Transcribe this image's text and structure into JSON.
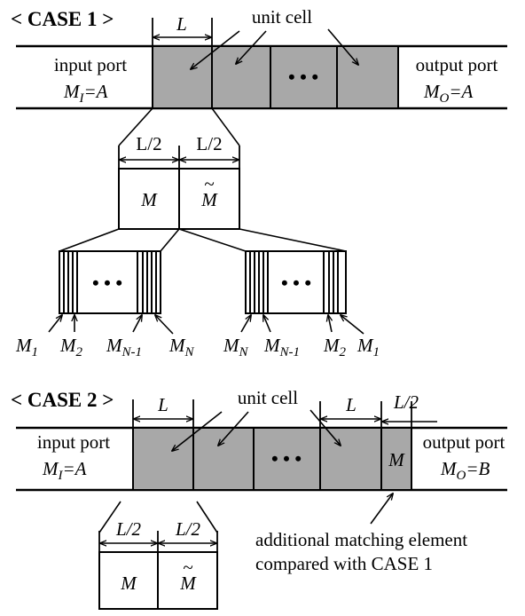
{
  "case1": {
    "title": "< CASE 1 >",
    "dim_L": "L",
    "unit_cell": "unit cell",
    "input_port": "input port",
    "input_mode": "M",
    "input_mode_sub": "I",
    "input_mode_value": "=A",
    "output_port": "output port",
    "output_mode": "M",
    "output_mode_sub": "O",
    "output_mode_value": "=A",
    "ellipsis": "• • •",
    "half_L": "L/2",
    "cell_M": "M",
    "cell_M_tilde": "M",
    "tilde": "~",
    "layers_ellipsis": "• • •",
    "left_layers": [
      {
        "main": "M",
        "sub": "1"
      },
      {
        "main": "M",
        "sub": "2"
      },
      {
        "main": "M",
        "sub": "N-1"
      },
      {
        "main": "M",
        "sub": "N"
      }
    ],
    "right_layers": [
      {
        "main": "M",
        "sub": "N"
      },
      {
        "main": "M",
        "sub": "N-1"
      },
      {
        "main": "M",
        "sub": "2"
      },
      {
        "main": "M",
        "sub": "1"
      }
    ]
  },
  "case2": {
    "title": "< CASE 2 >",
    "dim_L": "L",
    "dim_L_second": "L",
    "dim_half_L": "L/2",
    "unit_cell": "unit cell",
    "input_port": "input port",
    "input_mode": "M",
    "input_mode_sub": "I",
    "input_mode_value": "=A",
    "output_port": "output port",
    "output_mode": "M",
    "output_mode_sub": "O",
    "output_mode_value": "=B",
    "ellipsis": "• • •",
    "matching_cell": "M",
    "half_L": "L/2",
    "cell_M": "M",
    "cell_M_tilde": "M",
    "tilde": "~",
    "note_line1": "additional matching element",
    "note_line2": "compared with CASE 1"
  },
  "colors": {
    "cell_fill": "#a8a8a8",
    "line": "#000000",
    "background": "#ffffff"
  }
}
